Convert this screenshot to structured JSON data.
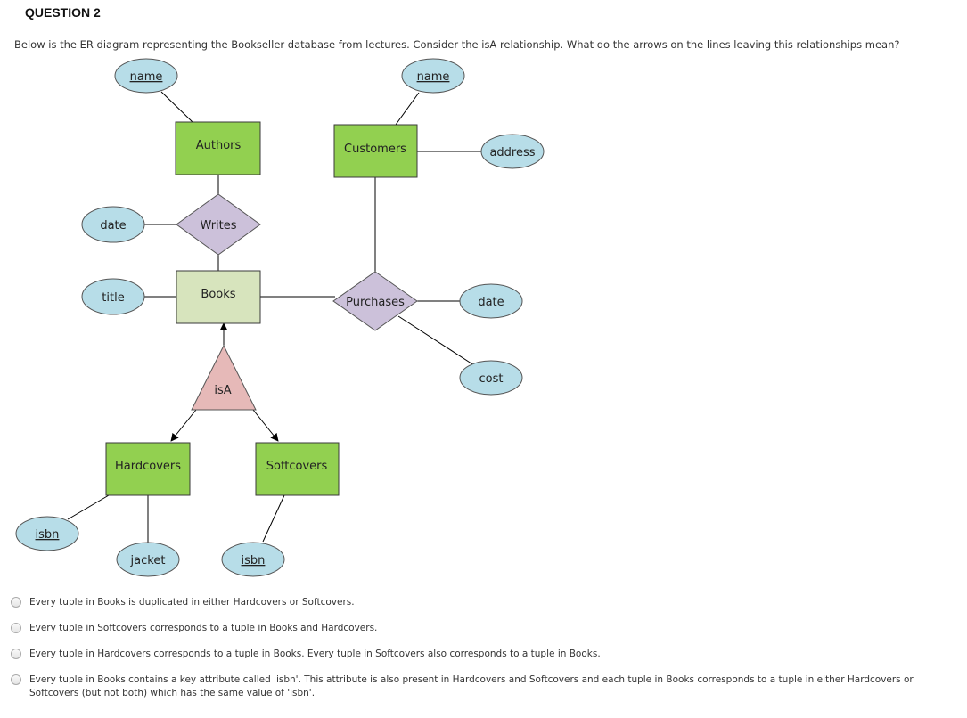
{
  "question": {
    "title": "QUESTION 2",
    "text": "Below is the ER diagram representing the Bookseller database from lectures. Consider the isA relationship. What do the arrows on the lines leaving this relationships mean?"
  },
  "diagram": {
    "entities": {
      "authors": "Authors",
      "customers": "Customers",
      "books": "Books",
      "hardcovers": "Hardcovers",
      "softcovers": "Softcovers"
    },
    "relationships": {
      "writes": "Writes",
      "purchases": "Purchases",
      "isa": "isA"
    },
    "attributes": {
      "author_name": "name",
      "customer_name": "name",
      "customer_address": "address",
      "writes_date": "date",
      "book_title": "title",
      "purchase_date": "date",
      "purchase_cost": "cost",
      "hardcover_isbn": "isbn",
      "hardcover_jacket": "jacket",
      "softcover_isbn": "isbn"
    },
    "colors": {
      "entity": "#92d050",
      "entity_books": "#d7e4bd",
      "relationship": "#ccc1da",
      "isa": "#e6b9b8",
      "attribute": "#b7dde8"
    }
  },
  "options": [
    "Every tuple in Books is duplicated in either Hardcovers or Softcovers.",
    "Every tuple in Softcovers corresponds to a tuple in Books and Hardcovers.",
    "Every tuple in Hardcovers corresponds to a tuple in Books. Every tuple in Softcovers also corresponds to a tuple in Books.",
    "Every tuple in Books contains a key attribute called 'isbn'. This attribute is also present in Hardcovers and Softcovers and each tuple in Books corresponds to a tuple in either Hardcovers or Softcovers (but not both) which has the same value of 'isbn'."
  ]
}
